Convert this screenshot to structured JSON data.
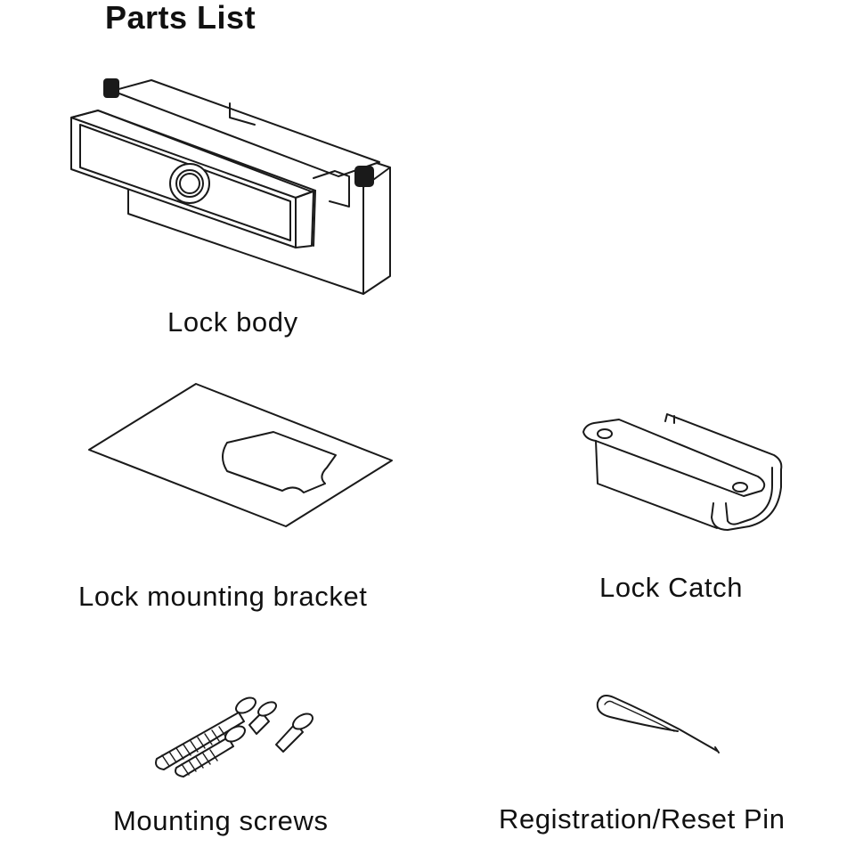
{
  "title": "Parts List",
  "parts": [
    {
      "label": "Lock body",
      "icon": "lock-body-icon"
    },
    {
      "label": "Lock mounting bracket",
      "icon": "mounting-bracket-icon"
    },
    {
      "label": "Lock Catch",
      "icon": "lock-catch-icon"
    },
    {
      "label": "Mounting screws",
      "icon": "screws-icon"
    },
    {
      "label": "Registration/Reset Pin",
      "icon": "reset-pin-icon"
    }
  ]
}
